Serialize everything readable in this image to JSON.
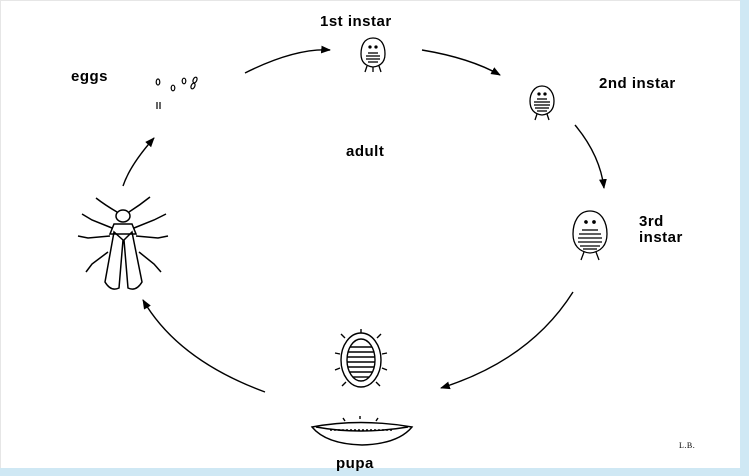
{
  "labels": {
    "first_instar": "1st instar",
    "second_instar": "2nd instar",
    "third_instar": "3rd\ninstar",
    "adult": "adult",
    "eggs": "eggs",
    "pupa": "pupa",
    "initials": "L.B."
  },
  "colors": {
    "ink": "#000000",
    "frame": "#cfe8f4"
  },
  "icons": [
    "egg-icon",
    "larva-icon",
    "pupa-icon",
    "pupal-case-icon",
    "beetle-icon",
    "arrow-icon"
  ]
}
